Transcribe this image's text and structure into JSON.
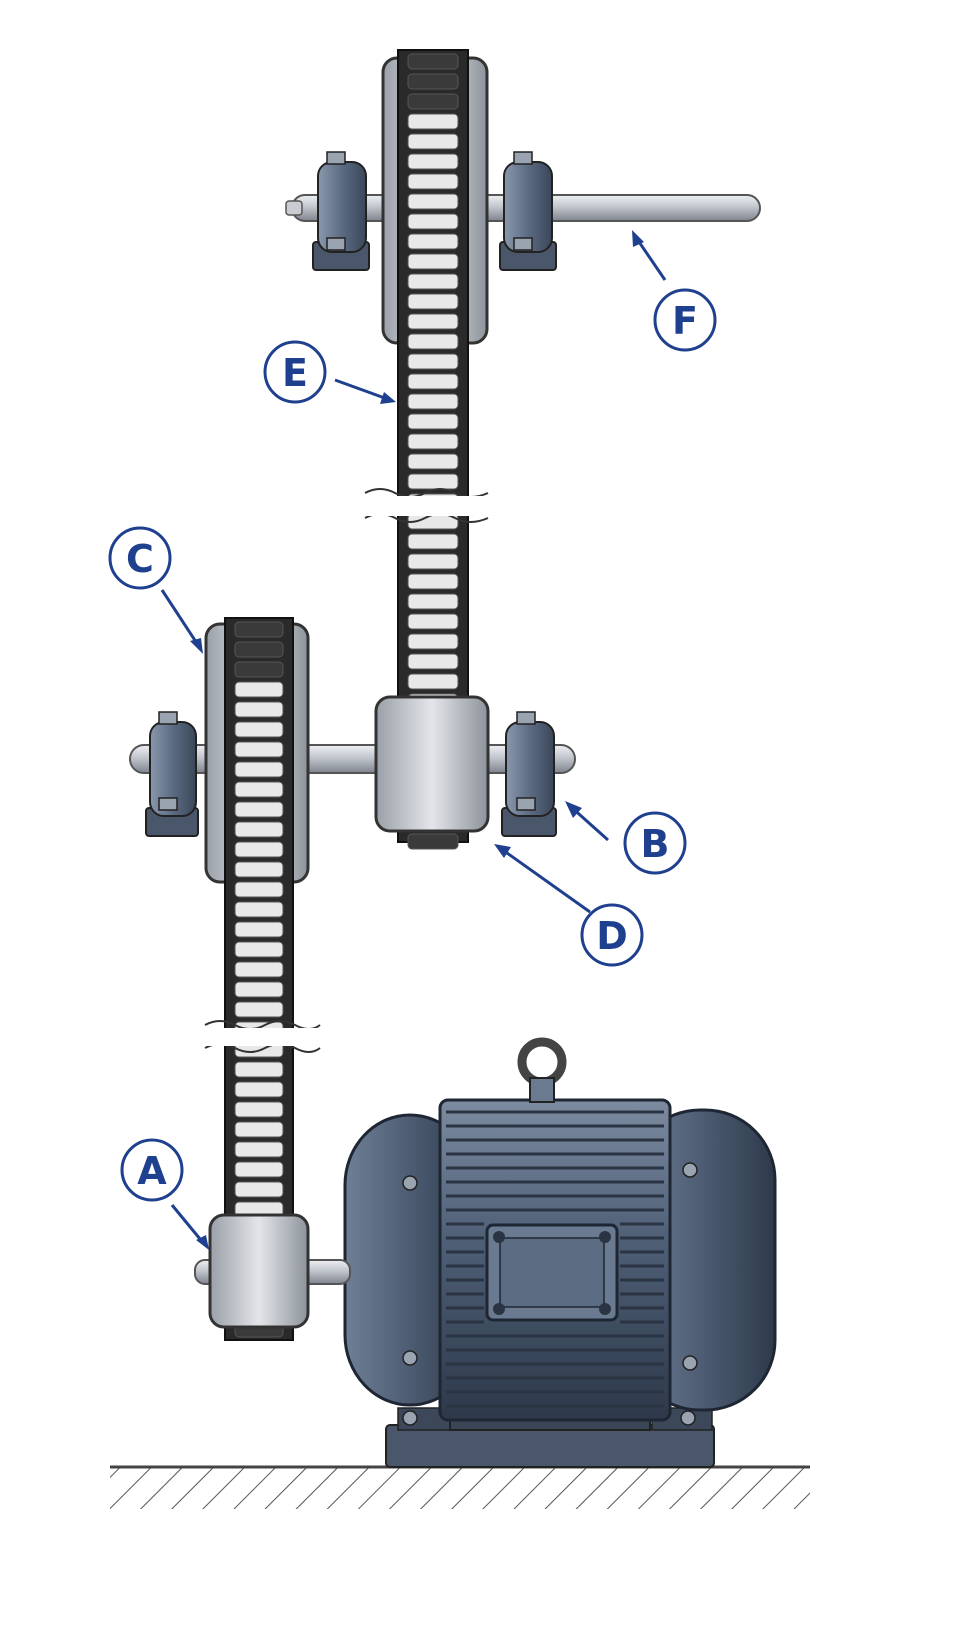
{
  "diagram": {
    "callouts": [
      {
        "id": "A",
        "letter": "A",
        "target": "driver-sprocket-motor-shaft"
      },
      {
        "id": "B",
        "letter": "B",
        "target": "pillow-block-bearing"
      },
      {
        "id": "C",
        "letter": "C",
        "target": "intermediate-large-sprocket"
      },
      {
        "id": "D",
        "letter": "D",
        "target": "intermediate-small-sprocket"
      },
      {
        "id": "E",
        "letter": "E",
        "target": "upper-roller-chain"
      },
      {
        "id": "F",
        "letter": "F",
        "target": "output-shaft"
      }
    ]
  },
  "colors": {
    "callout": "#1f3f8f",
    "motor_body": "#4a5a70",
    "motor_dark": "#2f3b4d",
    "bearing": "#5a6a80",
    "chain_link": "#e6e6e6",
    "chain_dark": "#2a2a2a",
    "shaft": "#b8bcc4",
    "ground_line": "#555555"
  }
}
